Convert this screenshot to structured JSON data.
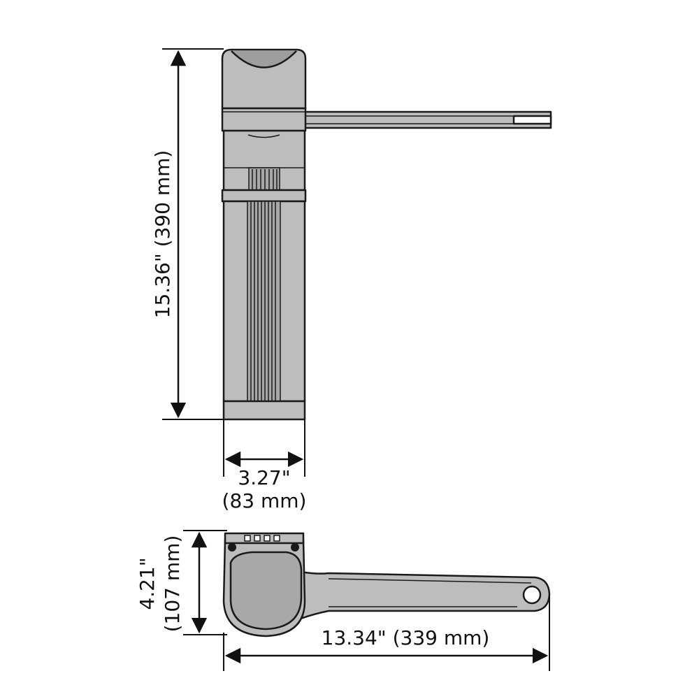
{
  "dimensions": {
    "height": {
      "value": "15.36\"",
      "metric": "(390 mm)"
    },
    "width": {
      "value": "3.27\"",
      "metric": "(83 mm)"
    },
    "depth": {
      "value": "4.21\"",
      "metric": "(107 mm)"
    },
    "arm_length": {
      "value": "13.34\"",
      "metric": "(339 mm)"
    }
  },
  "colors": {
    "body_fill": "#bdbdbd",
    "body_dark": "#9e9e9e",
    "line": "#1a1a1a",
    "background": "#ffffff"
  }
}
